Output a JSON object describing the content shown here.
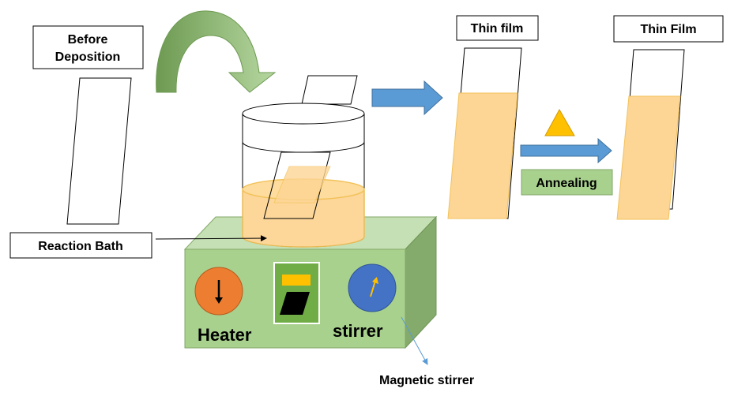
{
  "labels": {
    "before_line1": "Before",
    "before_line2": "Deposition",
    "thin_film_1": "Thin film",
    "thin_film_2": "Thin Film",
    "reaction_bath": "Reaction Bath",
    "annealing": "Annealing",
    "heater": "Heater",
    "stirrer": "stirrer",
    "magnetic_stirrer": "Magnetic stirrer"
  },
  "colors": {
    "film": "#fdd595",
    "bath": "#fdd595",
    "arrow_blue": "#5b9bd5",
    "stirrer_body": "#a9d18e",
    "annealing_box": "#a9d18e",
    "heater_knob": "#ed7d31",
    "stirrer_knob": "#4472c4",
    "heat_triangle": "#ffc000",
    "curved_arrow": "#8fbf6e"
  },
  "icons": {
    "heater_knob": "knob-down-arrow-icon",
    "stirrer_knob": "knob-up-arrow-icon",
    "display": "display-panel-icon",
    "heat": "heat-triangle-icon"
  }
}
